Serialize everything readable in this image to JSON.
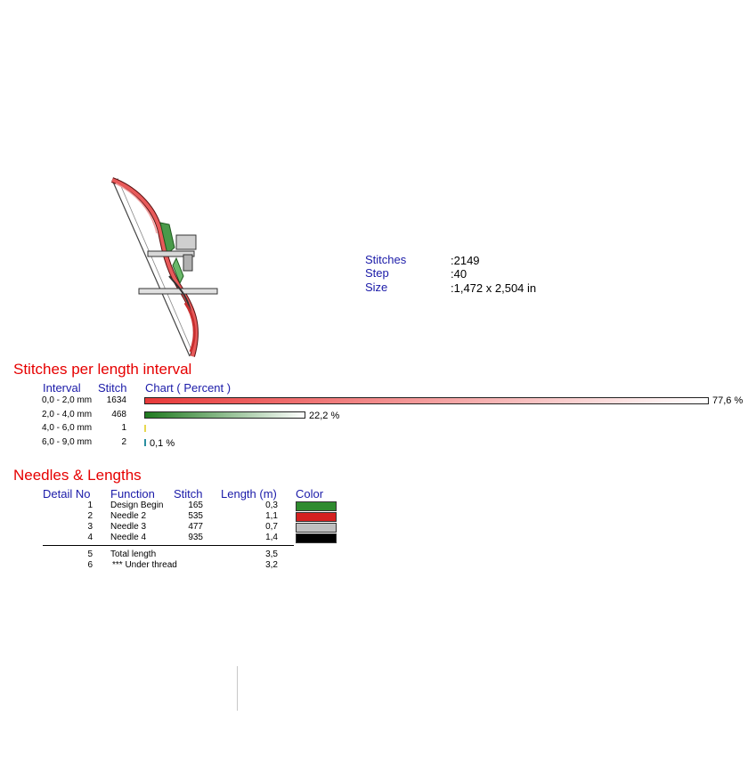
{
  "summary": {
    "stitches_label": "Stitches",
    "stitches_value": ":2149",
    "step_label": "Step",
    "step_value": ":40",
    "size_label": "Size",
    "size_value": ":1,472 x 2,504 in"
  },
  "intervals": {
    "title": "Stitches per length interval",
    "headers": {
      "interval": "Interval",
      "stitch": "Stitch",
      "chart": "Chart ( Percent )"
    },
    "rows": [
      {
        "interval": "0,0 - 2,0 mm",
        "stitch": "1634",
        "percent": 77.6,
        "percent_label": "77,6 %",
        "color": "#e83a3a"
      },
      {
        "interval": "2,0 - 4,0 mm",
        "stitch": "468",
        "percent": 22.2,
        "percent_label": "22,2 %",
        "color": "#1f7a1f"
      },
      {
        "interval": "4,0 - 6,0 mm",
        "stitch": "1",
        "percent": 0.05,
        "percent_label": "",
        "color": "#e8d850"
      },
      {
        "interval": "6,0 - 9,0 mm",
        "stitch": "2",
        "percent": 0.1,
        "percent_label": "0,1 %",
        "color": "#2a8fa0"
      }
    ]
  },
  "needles": {
    "title": "Needles & Lengths",
    "headers": {
      "detail": "Detail No",
      "function": "Function",
      "stitch": "Stitch",
      "length": "Length (m)",
      "color": "Color"
    },
    "rows": [
      {
        "no": "1",
        "function": "Design Begin",
        "stitch": "165",
        "length": "0,3",
        "color": "#2e8b2e"
      },
      {
        "no": "2",
        "function": "Needle 2",
        "stitch": "535",
        "length": "1,1",
        "color": "#d42020"
      },
      {
        "no": "3",
        "function": "Needle 3",
        "stitch": "477",
        "length": "0,7",
        "color": "#c0c0c0"
      },
      {
        "no": "4",
        "function": "Needle 4",
        "stitch": "935",
        "length": "1,4",
        "color": "#000000"
      }
    ],
    "totals": [
      {
        "no": "5",
        "function": "Total length",
        "length": "3,5"
      },
      {
        "no": "6",
        "function": "*** Under thread",
        "length": "3,2"
      }
    ]
  }
}
